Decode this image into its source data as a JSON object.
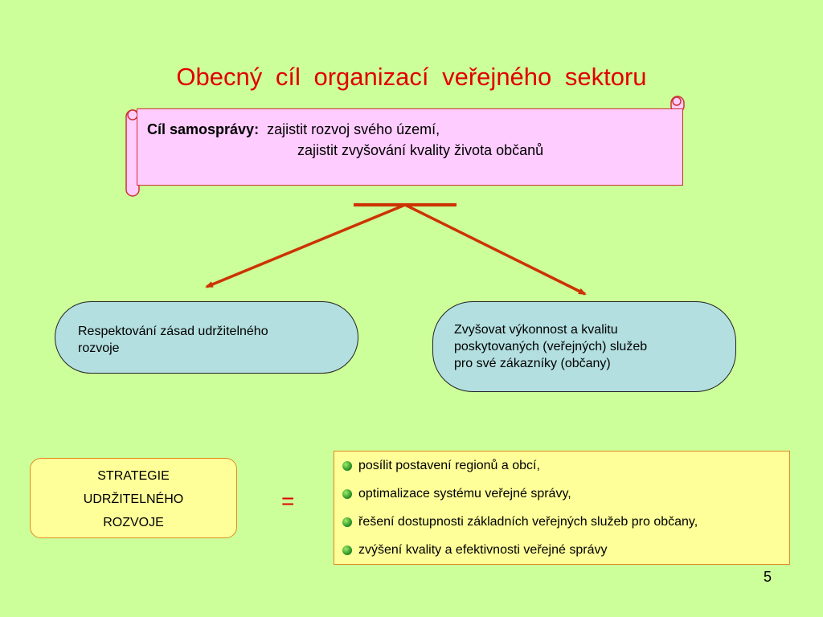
{
  "title": "Obecný  cíl  organizací  veřejného   sektoru",
  "scroll": {
    "label": "Cíl samosprávy:",
    "line1": "zajistit rozvoj svého území,",
    "line2": "zajistit zvyšování kvality života občanů"
  },
  "left_oval": {
    "line1": "Respektování zásad udržitelného",
    "line2": "rozvoje"
  },
  "right_oval": {
    "line1": "Zvyšovat výkonnost a kvalitu",
    "line2": "poskytovaných (veřejných) služeb",
    "line3": "pro své zákazníky (občany)"
  },
  "strategy": {
    "line1": "STRATEGIE",
    "line2": "UDRŽITELNÉHO",
    "line3": "ROZVOJE"
  },
  "equals": "=",
  "goals": [
    "posílit postavení regionů a obcí,",
    "optimalizace systému veřejné správy,",
    "řešení dostupnosti základních veřejných služeb pro občany,",
    "zvýšení kvality a efektivnosti veřejné správy"
  ],
  "page_number": "5",
  "colors": {
    "background": "#ccff99",
    "title": "#e00000",
    "scroll_fill": "#ffccff",
    "oval_fill": "#b3dfe0",
    "box_fill": "#ffff99",
    "arrow": "#cc3300"
  }
}
